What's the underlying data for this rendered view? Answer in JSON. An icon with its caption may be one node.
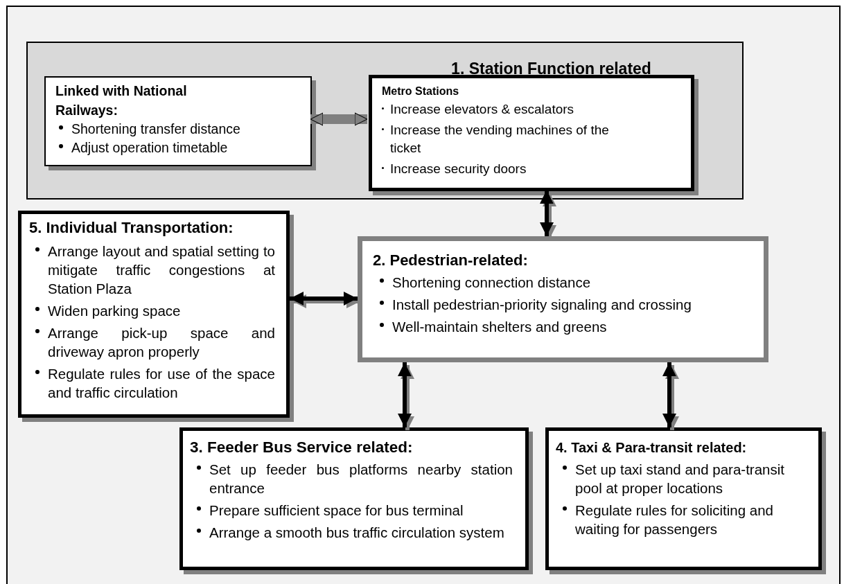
{
  "diagram": {
    "nodes": [
      {
        "text": [
          "1. Station Function related"
        ]
      },
      {
        "text": [
          "Linked with National Railways:",
          "Shortening transfer distance",
          "Adjust operation timetable"
        ],
        "in": 0
      },
      {
        "text": [
          "Metro Stations",
          "Increase elevators & escalators",
          "Increase the vending machines of the ticket",
          "Increase security doors"
        ],
        "in": 0
      },
      {
        "text": [
          "5. Individual Transportation:",
          "Arrange layout and spatial setting to mitigate traffic congestions at Station Plaza",
          "Widen parking space",
          "Arrange pick-up space and driveway apron properly",
          "Regulate rules for use of the space and traffic circulation"
        ]
      },
      {
        "text": [
          "2. Pedestrian-related:",
          "Shortening connection distance",
          "Install pedestrian-priority signaling and crossing",
          "Well-maintain shelters and greens"
        ]
      },
      {
        "text": [
          "3. Feeder Bus Service related:",
          "Set up feeder bus platforms nearby station entrance",
          "Prepare sufficient space for bus terminal",
          "Arrange a smooth bus traffic circulation system"
        ]
      },
      {
        "text": [
          "4. Taxi & Para-transit related:",
          "Set up taxi stand and para-transit pool at proper locations",
          "Regulate rules for soliciting and waiting for passengers"
        ]
      }
    ],
    "edges": [
      {
        "from": 1,
        "to": 2,
        "arrow": "both",
        "style": "thick",
        "color": "#808080"
      },
      {
        "from": 2,
        "to": 4,
        "arrow": "both"
      },
      {
        "from": 3,
        "to": 4,
        "arrow": "both"
      },
      {
        "from": 4,
        "to": 5,
        "arrow": "both"
      },
      {
        "from": 4,
        "to": 6,
        "arrow": "both"
      }
    ]
  }
}
